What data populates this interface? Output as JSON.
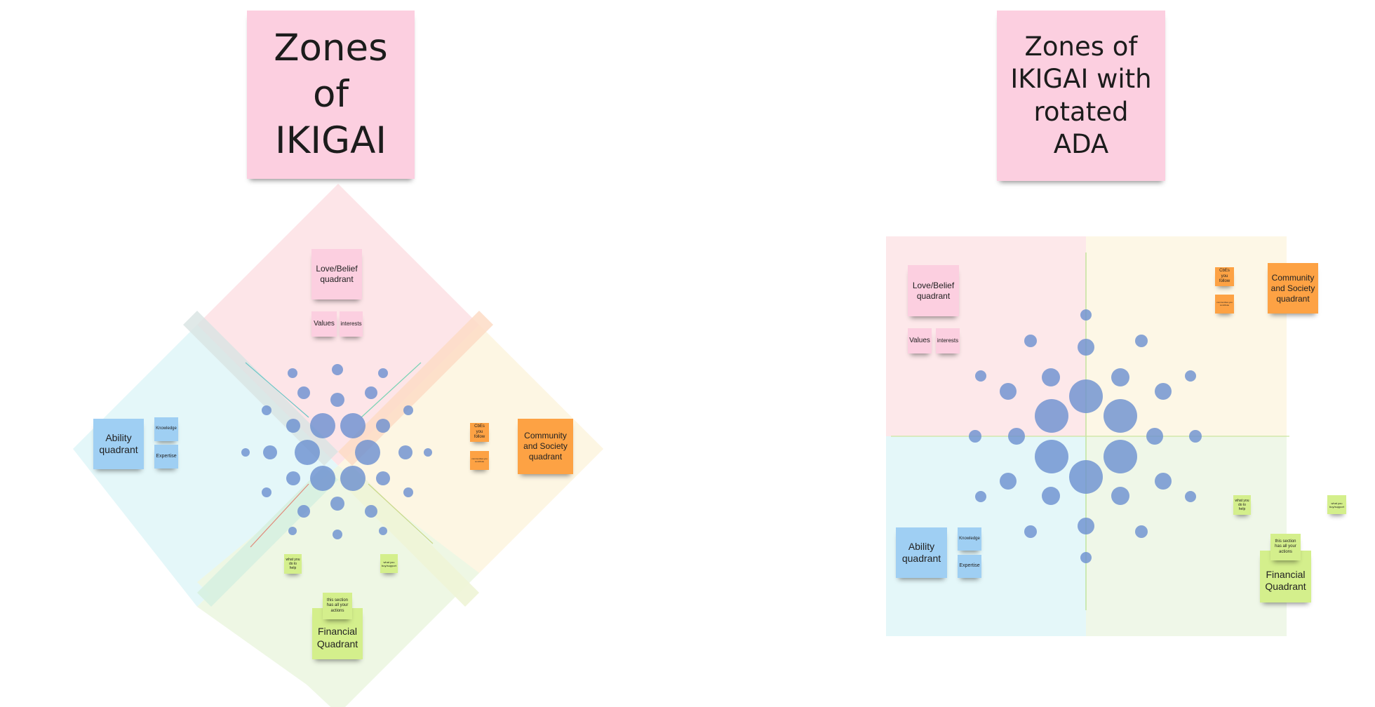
{
  "colors": {
    "love_zone": "#fde4e7",
    "community_zone": "#fdf6e3",
    "ability_zone": "#e4f7f9",
    "financial_zone": "#eef7e4",
    "circle": "#6a8fd0",
    "pink_note": "#fccfe0",
    "blue_note": "#9fcff3",
    "orange_note": "#fda244",
    "green_note": "#d4ef8c"
  },
  "left": {
    "title": "Zones of IKIGAI",
    "love": {
      "label": "Love/Belief quadrant",
      "values": "Values",
      "interests": "interests"
    },
    "ability": {
      "label": "Ability quadrant",
      "knowledge": "Knowledge",
      "expertise": "Expertise"
    },
    "community": {
      "label": "Community and Society quadrant",
      "cbs": "CbEs you follow",
      "small": "communities you contribute"
    },
    "financial": {
      "label": "Financial Quadrant",
      "section": "this section has all your actions",
      "help": "what you do to help",
      "support": "what you buy/support"
    }
  },
  "right": {
    "title": "Zones of IKIGAI with rotated ADA",
    "love": {
      "label": "Love/Belief quadrant",
      "values": "Values",
      "interests": "interests"
    },
    "ability": {
      "label": "Ability quadrant",
      "knowledge": "Knowledge",
      "expertise": "Expertise"
    },
    "community": {
      "label": "Community and Society quadrant",
      "cbs": "CbEs you follow",
      "small": "communities you contribute"
    },
    "financial": {
      "label": "Financial Quadrant",
      "section": "this section has all your actions",
      "help": "what you do to help",
      "support": "what you buy/support"
    }
  }
}
